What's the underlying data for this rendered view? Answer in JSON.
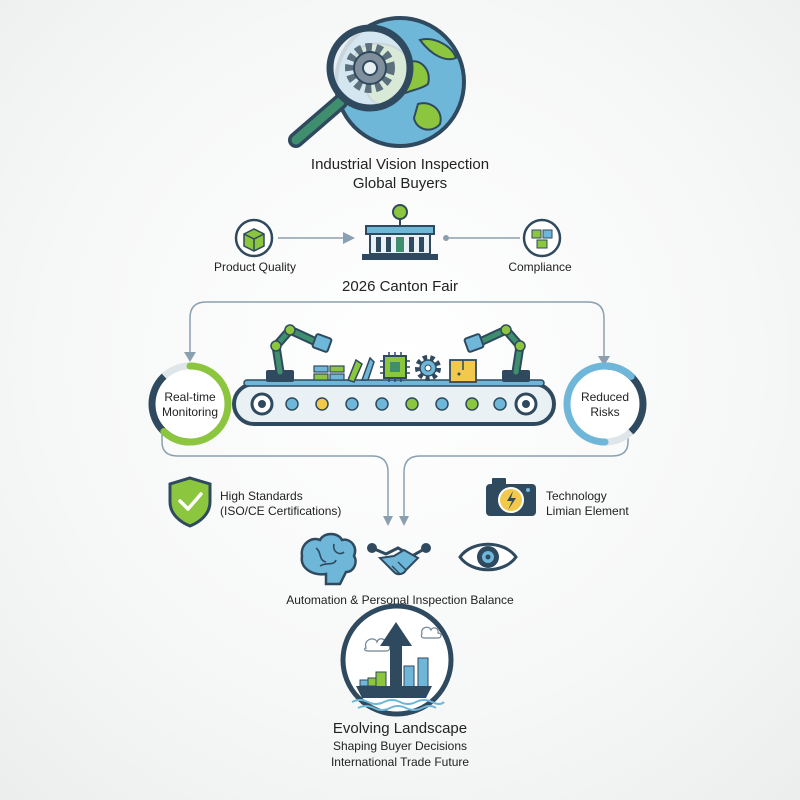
{
  "header": {
    "title_line1": "Industrial Vision Inspection",
    "title_line2": "Global Buyers"
  },
  "fair": {
    "left_label": "Product Quality",
    "center_label": "2026 Canton Fair",
    "right_label": "Compliance"
  },
  "conveyor": {
    "left_gauge_line1": "Real-time",
    "left_gauge_line2": "Monitoring",
    "left_gauge_fraction": 0.62,
    "right_gauge_line1": "Reduced",
    "right_gauge_line2": "Risks",
    "right_gauge_fraction": 0.62
  },
  "features": {
    "left_line1": "High Standards",
    "left_line2": "(ISO/CE Certifications)",
    "right_line1": "Technology",
    "right_line2": "Limian Element"
  },
  "balance": {
    "label": "Automation & Personal Inspection Balance"
  },
  "footer": {
    "line1": "Evolving Landscape",
    "line2": "Shaping Buyer Decisions",
    "line3": "International Trade Future"
  },
  "colors": {
    "navy": "#2f4a5f",
    "green": "#8cc63f",
    "teal": "#3f8f6e",
    "sky": "#6fb7d9",
    "yellow": "#f2c94c",
    "line": "#8aa0b0"
  }
}
